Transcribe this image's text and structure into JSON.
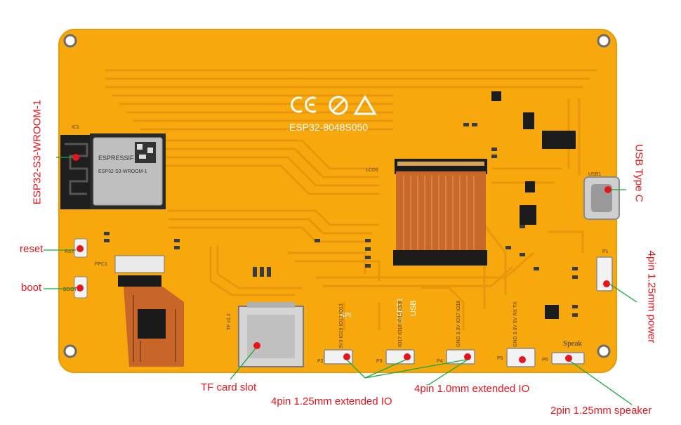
{
  "board": {
    "model": "ESP32-8048S050",
    "module_title": "ESPRESSIF",
    "module_sub": "ESP32-S3-WROOM-1",
    "module_ic": "IC1",
    "lcd_label": "LCD1",
    "usb_label": "USB1",
    "spi_label": "SPI",
    "uart_label": "UART1",
    "usb_silk": "USB",
    "speak_label": "Speak",
    "rst_label": "RST",
    "boot_label": "BOOT",
    "fpc_label": "FPC1",
    "tf_label": "TF v1.2",
    "p2_pins": "3V3 IO19 IO12 IO13",
    "p3_pins": "IO17 IO18 IO19 IO20",
    "p4_pins": "GND 3.3V IO17 IO18",
    "p5_pins": "GND 3.3V 5V RX TX",
    "p_labels": [
      "P2",
      "P3",
      "P4",
      "P5",
      "P6",
      "P1"
    ],
    "colors": {
      "pcb": "#f7a80d",
      "trace": "#e8950a",
      "annotation": "#e8141b",
      "leader": "#18a83a"
    }
  },
  "annotations": {
    "module": "ESP32-S3-WROOM-1",
    "usb": "USB Type C",
    "reset": "reset",
    "boot": "boot",
    "power": "4pin 1.25mm power",
    "tf": "TF card slot",
    "ext125": "4pin 1.25mm extended IO",
    "ext10": "4pin 1.0mm extended IO",
    "speaker": "2pin 1.25mm speaker"
  }
}
